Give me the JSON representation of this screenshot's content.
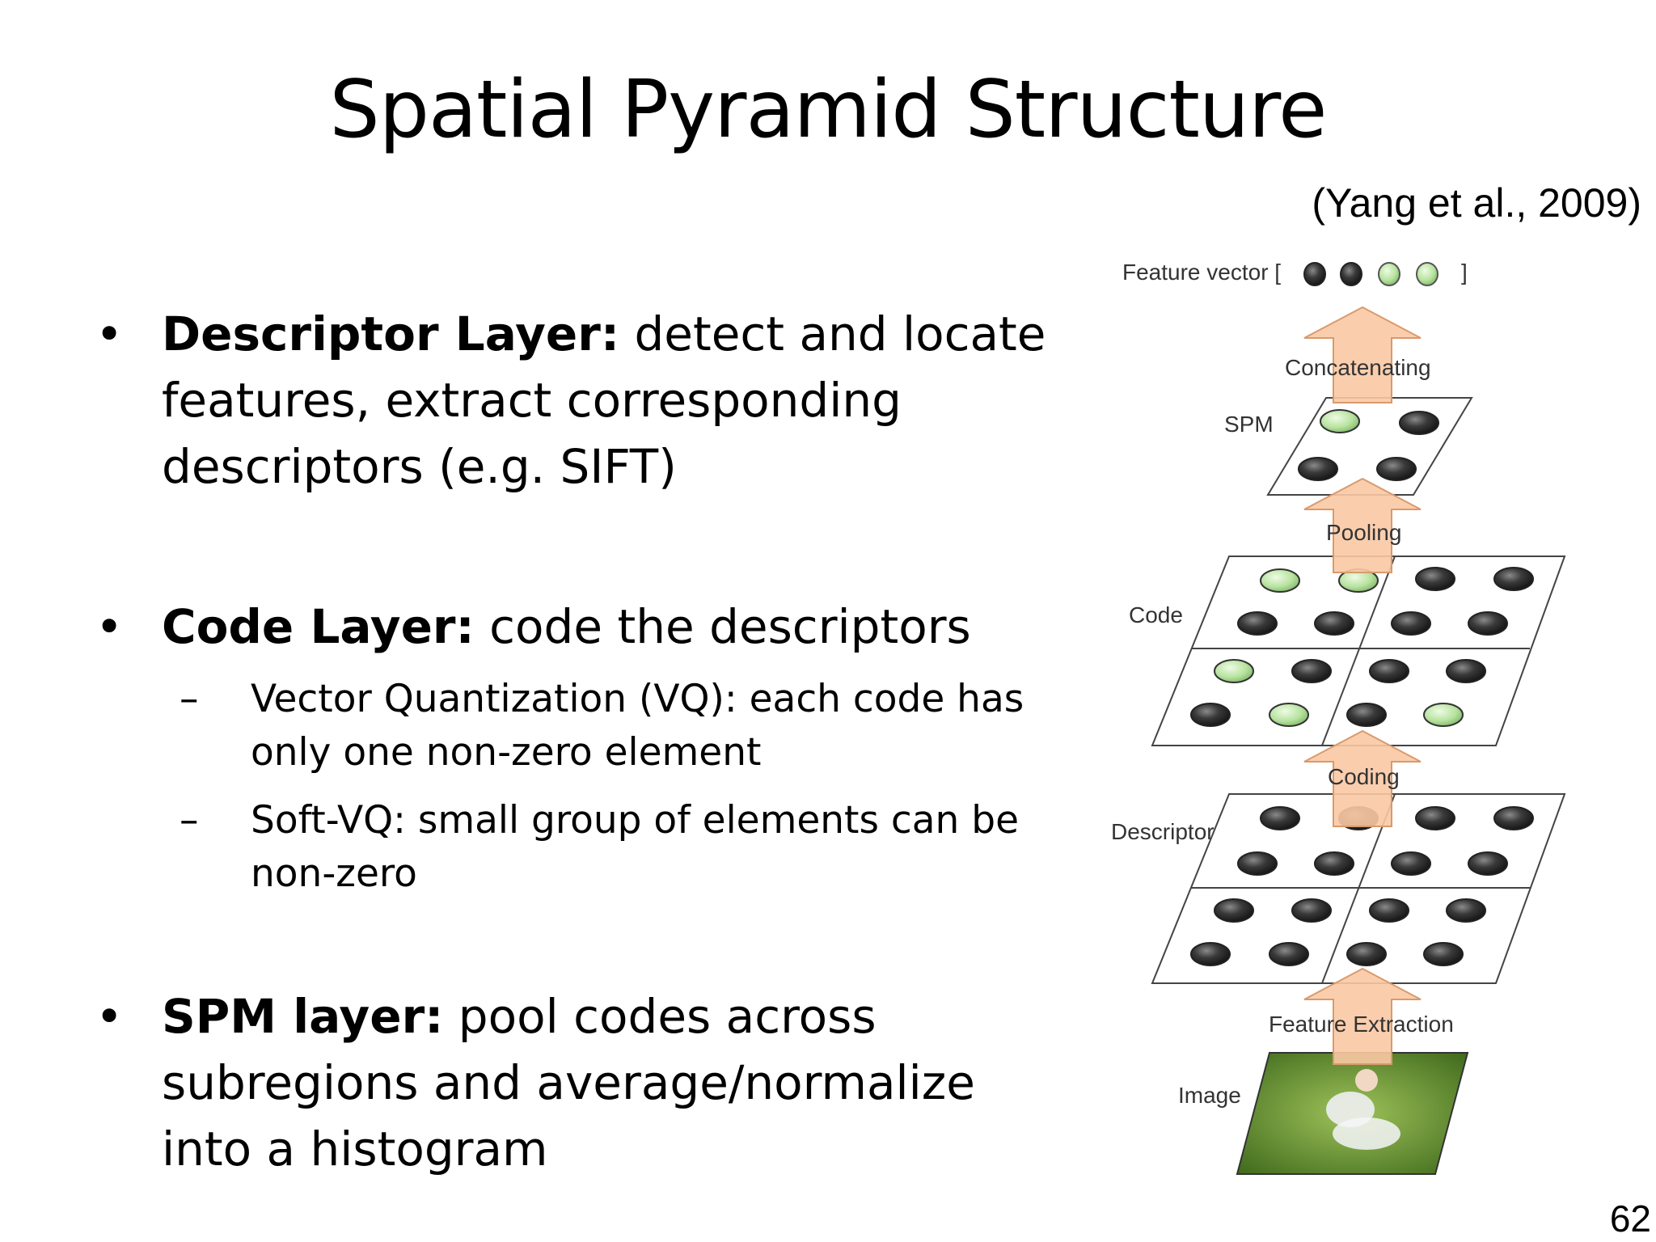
{
  "slide": {
    "title": "Spatial Pyramid Structure",
    "citation": "(Yang et al., 2009)",
    "page_number": "62"
  },
  "bullets": [
    {
      "bold": "Descriptor Layer:",
      "text": " detect and locate features, extract corresponding descriptors (e.g. SIFT)"
    },
    {
      "bold": "Code Layer:",
      "text": " code the descriptors",
      "subs": [
        "Vector Quantization (VQ): each code has only one non-zero element",
        "Soft-VQ: small group of elements can be non-zero"
      ]
    },
    {
      "bold": "SPM layer:",
      "text": " pool codes across subregions and average/normalize into a histogram"
    }
  ],
  "diagram": {
    "feature_vector_label": "Feature vector [",
    "feature_vector_close": "]",
    "layers": {
      "spm": "SPM",
      "code": "Code",
      "descriptor": "Descriptor",
      "image": "Image"
    },
    "arrows": {
      "concatenating": "Concatenating",
      "pooling": "Pooling",
      "coding": "Coding",
      "feature_extraction": "Feature Extraction"
    },
    "colors": {
      "dark_dot": "#2a2a2a",
      "green_dot": "#b8e3a0",
      "arrow_fill": "#f9c9a4",
      "arrow_stroke": "#d99a6c"
    }
  }
}
